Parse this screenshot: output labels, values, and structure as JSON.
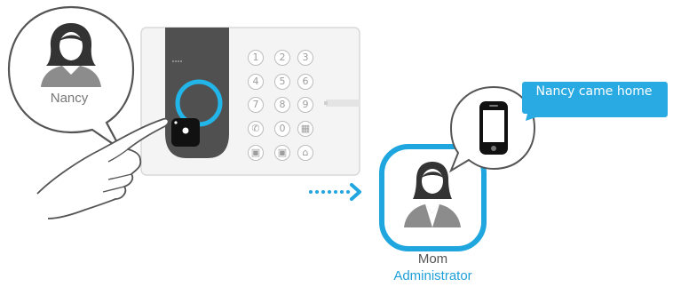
{
  "people": {
    "nancy": {
      "name": "Nancy"
    },
    "mom": {
      "name": "Mom",
      "role": "Administrator"
    }
  },
  "notification": {
    "text": "Nancy came home"
  },
  "keypad": {
    "rows": [
      [
        "1",
        "2",
        "3"
      ],
      [
        "4",
        "5",
        "6"
      ],
      [
        "7",
        "8",
        "9"
      ],
      [
        "",
        "0",
        ""
      ]
    ]
  },
  "colors": {
    "accent": "#1e9fd8",
    "bubble_blue": "#2aaae2",
    "panel_gray": "#f2f2f2",
    "dark_strip": "#505050",
    "outline": "#555555",
    "person_dark": "#333333",
    "person_gray": "#8c8c8c"
  }
}
